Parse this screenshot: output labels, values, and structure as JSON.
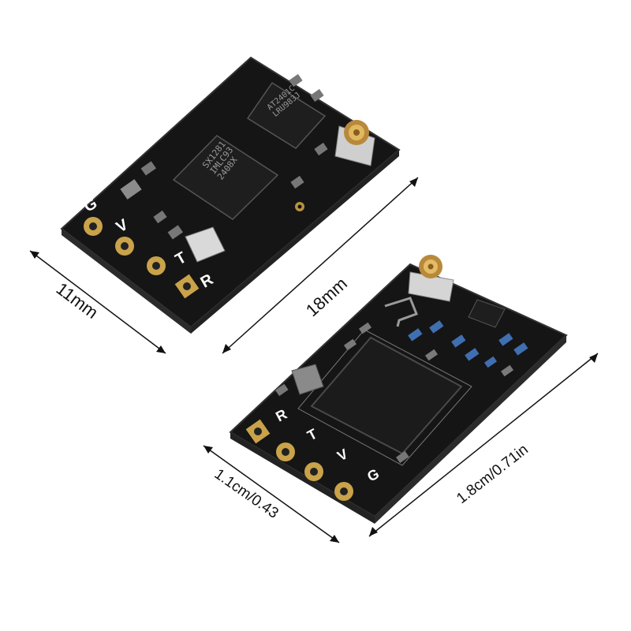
{
  "image": {
    "description_free": true
  },
  "module_top": {
    "dimension_width": "11mm",
    "dimension_length": "18mm",
    "pin_labels": [
      "G",
      "V",
      "T",
      "R"
    ],
    "chip_marking_small": [
      "AT2401C",
      "LRU983J"
    ],
    "chip_marking_main": [
      "SX1281",
      "IMLC93",
      "2408X"
    ]
  },
  "module_bottom": {
    "dimension_width": "1.1cm/0.43",
    "dimension_length": "1.8cm/0.71in",
    "pin_labels": [
      "R",
      "T",
      "V",
      "G"
    ]
  },
  "colors": {
    "pcb": "#151515",
    "pcb_edge": "#2a2a2a",
    "gold_pad": "#c9a24a",
    "component_gray": "#8a8a8a",
    "capacitor_blue": "#3f6fb0",
    "antenna_connector": "#d6a34a"
  }
}
